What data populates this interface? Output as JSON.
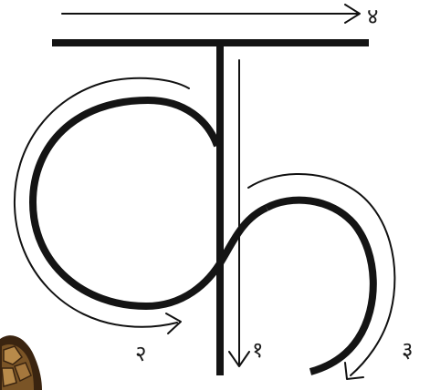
{
  "character": "क",
  "stroke_labels": {
    "stroke_1": "१",
    "stroke_2": "२",
    "stroke_3": "३",
    "stroke_4": "४"
  },
  "colors": {
    "ink": "#141414",
    "guide_arrow": "#111111",
    "background": "#ffffff",
    "tortoise_dark": "#3a2410",
    "tortoise_mid": "#7a5426",
    "tortoise_light": "#b88a4a"
  }
}
